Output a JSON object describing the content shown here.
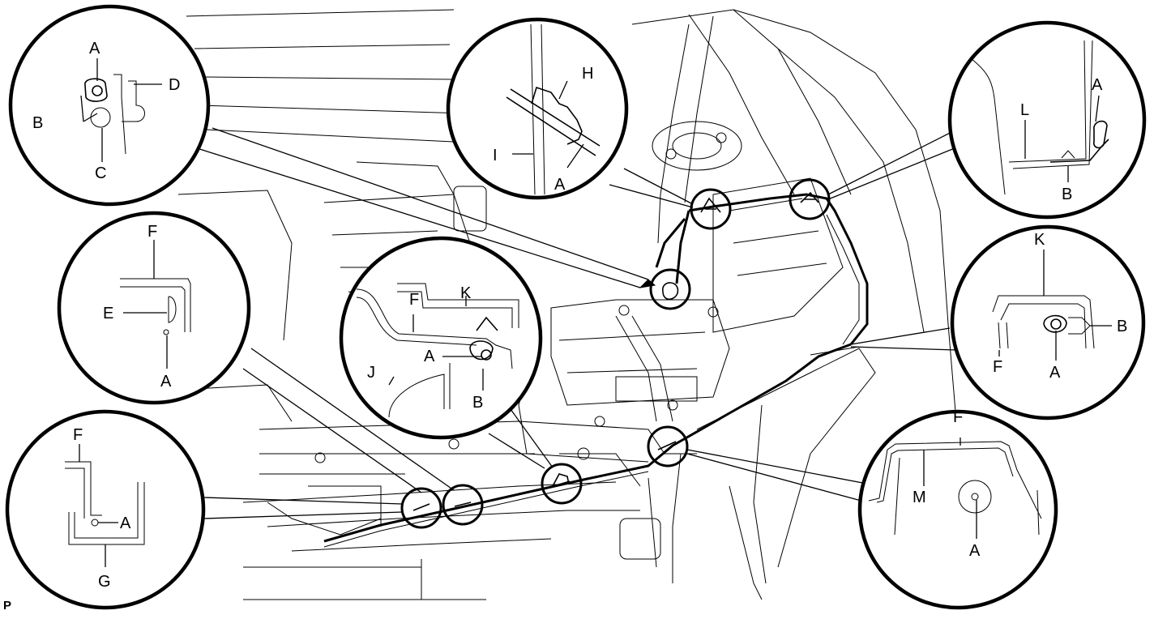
{
  "figure_code": "P",
  "callouts": {
    "top_left": {
      "labels": [
        "A",
        "B",
        "C",
        "D"
      ]
    },
    "top_center": {
      "labels": [
        "H",
        "I",
        "A"
      ]
    },
    "top_right": {
      "labels": [
        "A",
        "L",
        "B"
      ]
    },
    "mid_left": {
      "labels": [
        "F",
        "E",
        "A"
      ]
    },
    "center": {
      "labels": [
        "K",
        "F",
        "A",
        "J",
        "B"
      ]
    },
    "mid_right": {
      "labels": [
        "K",
        "B",
        "F",
        "A"
      ]
    },
    "bottom_left": {
      "labels": [
        "F",
        "A",
        "G"
      ]
    },
    "bottom_right": {
      "labels": [
        "F",
        "M",
        "A"
      ]
    }
  }
}
